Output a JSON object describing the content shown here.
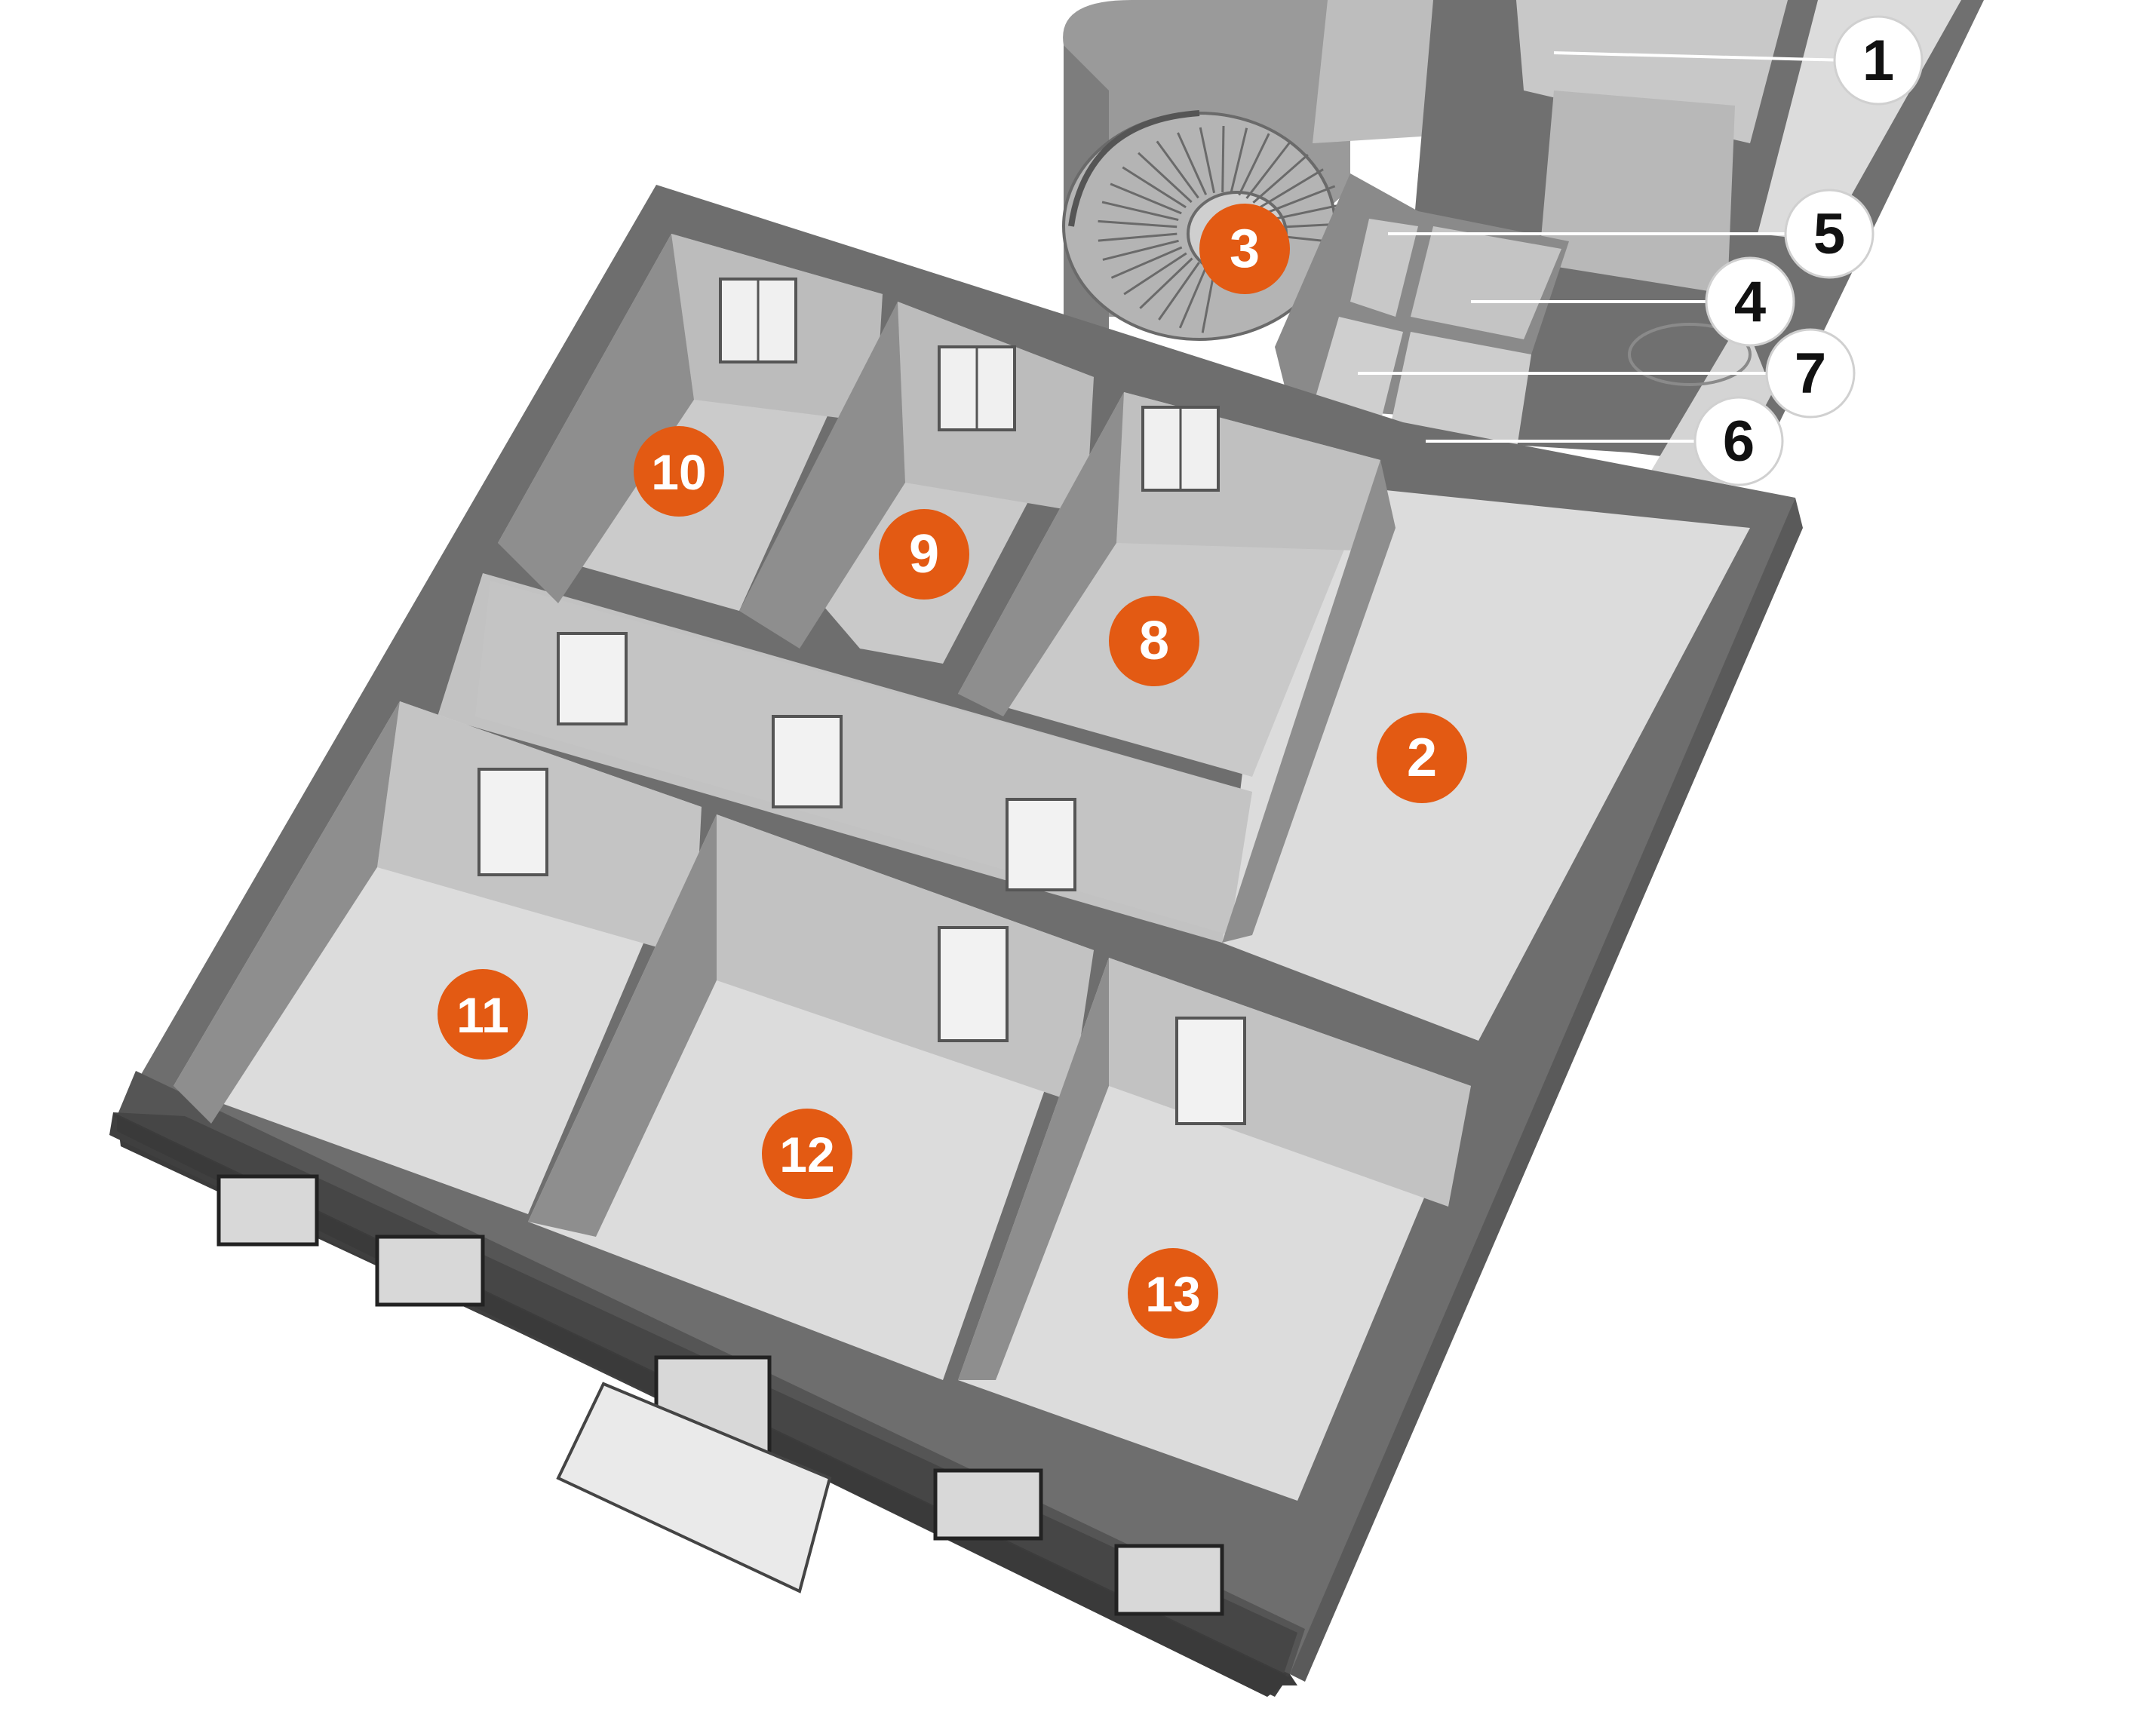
{
  "diagram": {
    "room_markers": [
      {
        "label": "2"
      },
      {
        "label": "3"
      },
      {
        "label": "8"
      },
      {
        "label": "9"
      },
      {
        "label": "10"
      },
      {
        "label": "11"
      },
      {
        "label": "12"
      },
      {
        "label": "13"
      }
    ],
    "callouts": [
      {
        "label": "1"
      },
      {
        "label": "5"
      },
      {
        "label": "4"
      },
      {
        "label": "7"
      },
      {
        "label": "6"
      }
    ]
  },
  "colors": {
    "marker_fill": "#e35a13",
    "marker_text": "#ffffff",
    "callout_fill": "#ffffff",
    "callout_text": "#111111",
    "wall_top": "#6e6e6e",
    "wall_outer": "#4a4a4a",
    "floor": "#dcdcdc",
    "inner_wall_light": "#c0c0c0",
    "inner_wall_dark": "#8e8e8e"
  }
}
